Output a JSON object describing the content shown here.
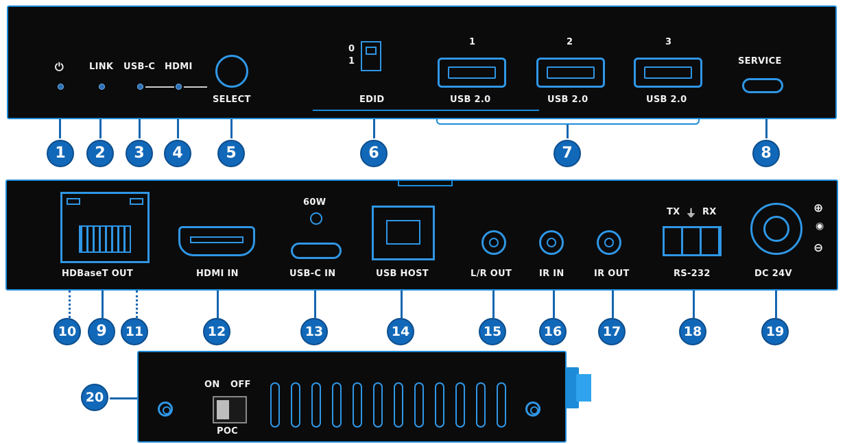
{
  "front": {
    "power_symbol": "⏻",
    "link": "LINK",
    "usbc": "USB-C",
    "hdmi": "HDMI",
    "select": "SELECT",
    "edid": "EDID",
    "edid_pos0": "0",
    "edid_pos1": "1",
    "usb_numbers": [
      "1",
      "2",
      "3"
    ],
    "usb_label": "USB 2.0",
    "service": "SERVICE"
  },
  "rear": {
    "hdbaset": "HDBaseT OUT",
    "hdmi_in": "HDMI IN",
    "watt": "60W",
    "usbc_in": "USB-C IN",
    "usb_host": "USB HOST",
    "lr_out": "L/R OUT",
    "ir_in": "IR IN",
    "ir_out": "IR OUT",
    "tx": "TX",
    "gnd": "⏚",
    "rx": "RX",
    "rs232": "RS-232",
    "dc": "DC 24V",
    "plus": "⊕",
    "minus": "⊖"
  },
  "side": {
    "on": "ON",
    "off": "OFF",
    "poc": "POC"
  },
  "callouts": [
    "1",
    "2",
    "3",
    "4",
    "5",
    "6",
    "7",
    "8",
    "9",
    "10",
    "11",
    "12",
    "13",
    "14",
    "15",
    "16",
    "17",
    "18",
    "19",
    "20"
  ],
  "colors": {
    "accent": "#1d8bd8",
    "badge": "#1268b8",
    "panel": "#0b0b0b"
  }
}
